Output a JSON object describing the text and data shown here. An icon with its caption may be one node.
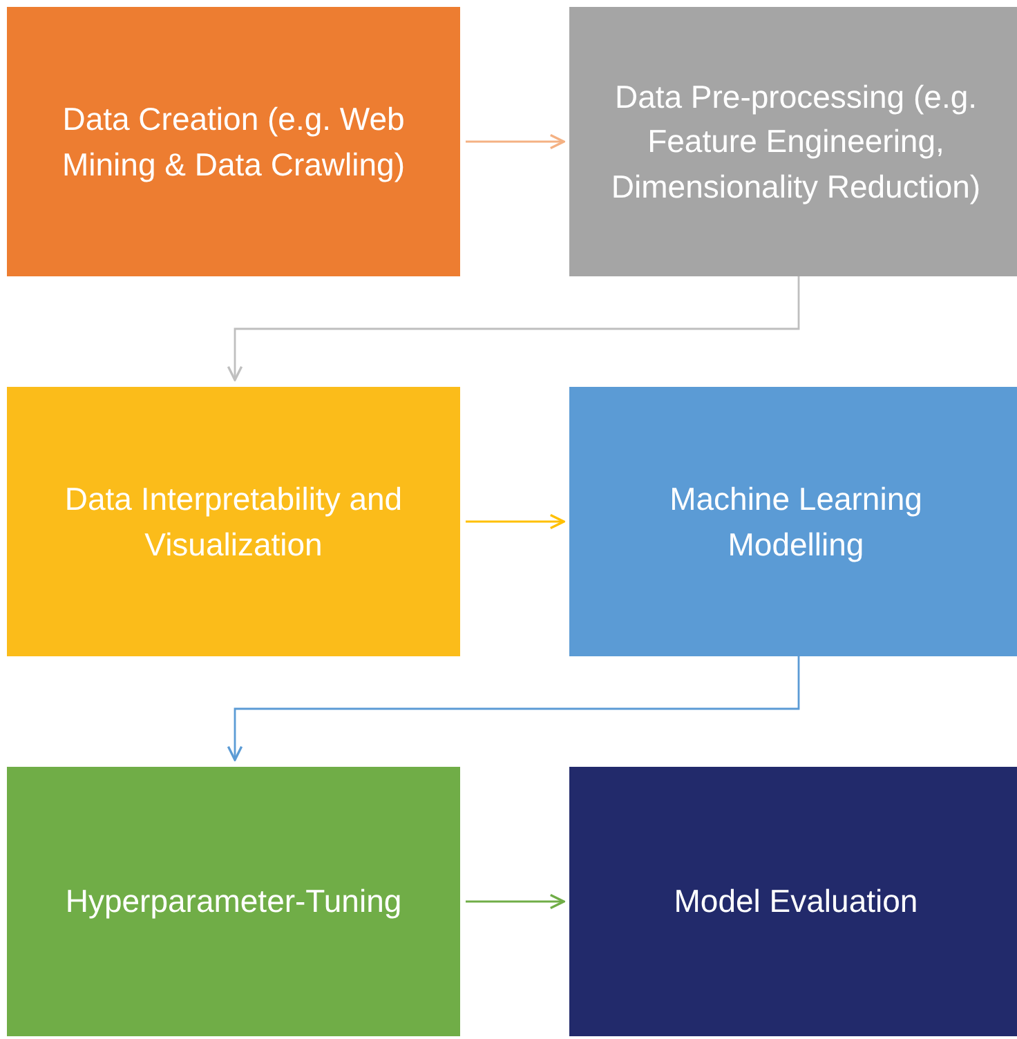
{
  "diagram": {
    "nodes": [
      {
        "text": [
          "Data Creation (e.g. Web Mining & Data Crawling)"
        ]
      },
      {
        "text": [
          "Data Pre-processing (e.g. Feature Engineering, Dimensionality Reduction)"
        ]
      },
      {
        "text": [
          "Data Interpretability and Visualization"
        ]
      },
      {
        "text": [
          "Machine Learning Modelling"
        ]
      },
      {
        "text": [
          "Hyperparameter-Tuning"
        ]
      },
      {
        "text": [
          "Model Evaluation"
        ]
      }
    ],
    "edges": [
      {
        "from": 0,
        "to": 1,
        "arrow": "to",
        "color": "#f4b183"
      },
      {
        "from": 1,
        "to": 2,
        "arrow": "to",
        "color": "#bfbfbf"
      },
      {
        "from": 2,
        "to": 3,
        "arrow": "to",
        "color": "#ffc000"
      },
      {
        "from": 3,
        "to": 4,
        "arrow": "to",
        "color": "#5b9bd5"
      },
      {
        "from": 4,
        "to": 5,
        "arrow": "to",
        "color": "#70ad47"
      }
    ]
  }
}
